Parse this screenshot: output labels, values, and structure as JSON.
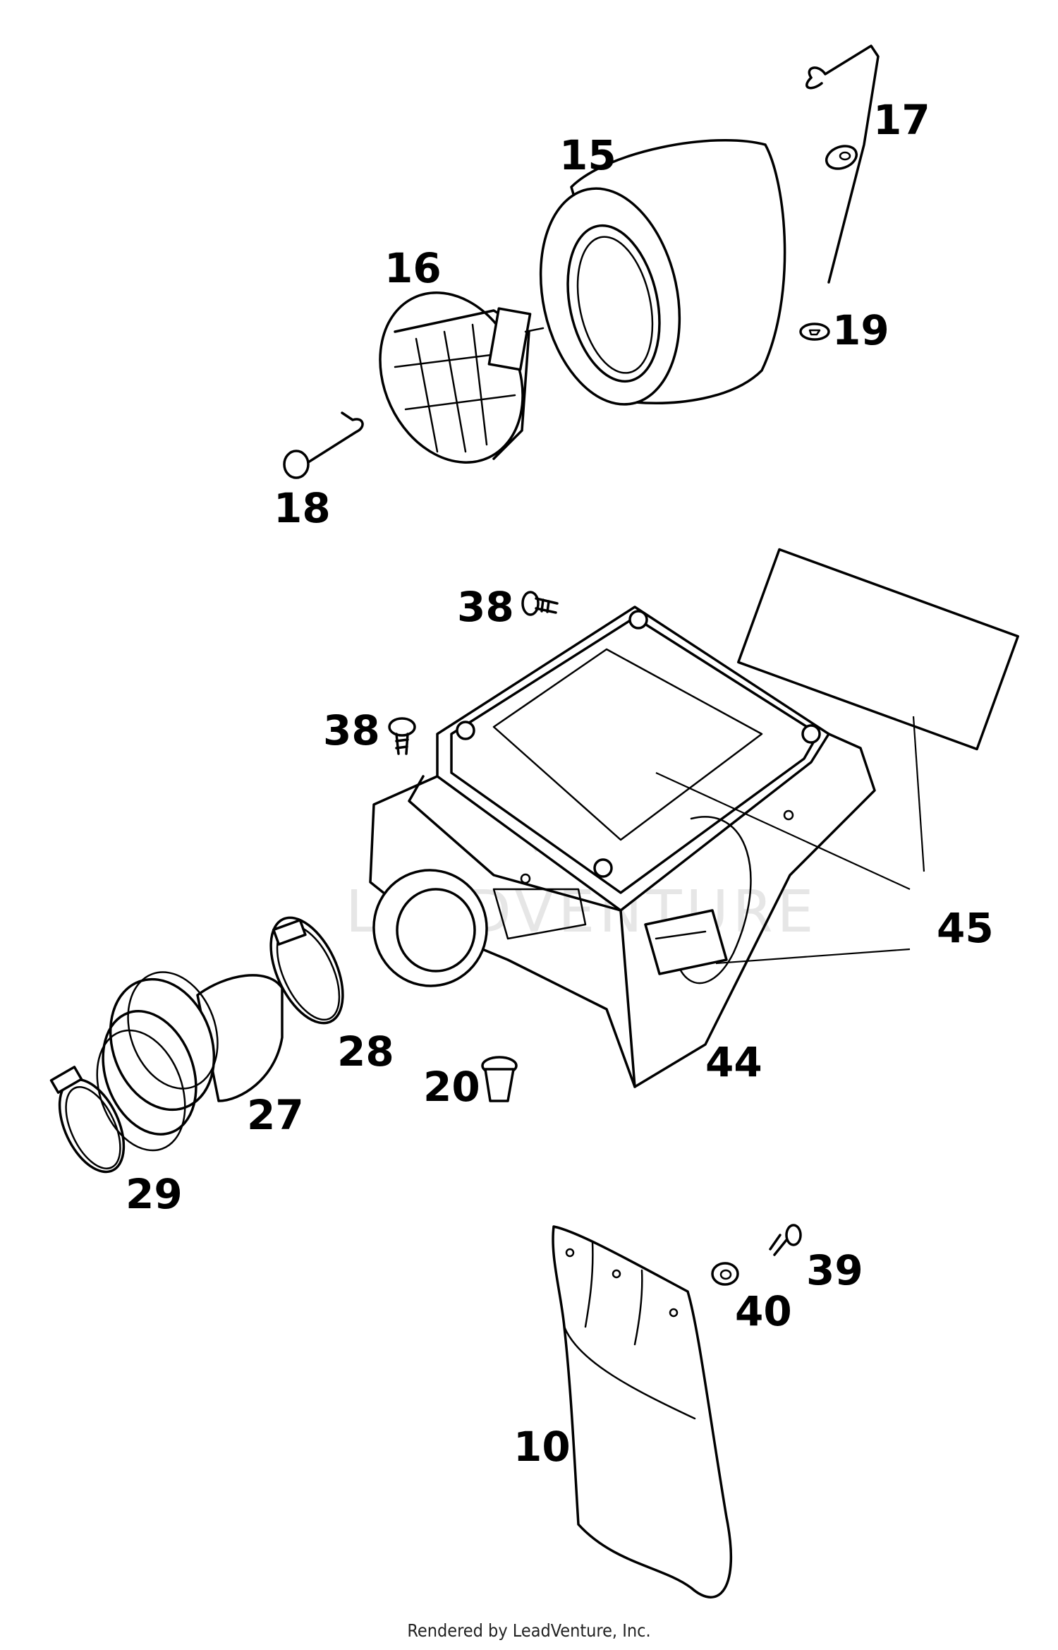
{
  "diagram": {
    "footer": "Rendered by LeadVenture, Inc.",
    "watermark": "LEADVENTURE",
    "labels": {
      "p15": "15",
      "p16": "16",
      "p17": "17",
      "p18": "18",
      "p19": "19",
      "p38a": "38",
      "p38b": "38",
      "p45": "45",
      "p44": "44",
      "p28": "28",
      "p27": "27",
      "p29": "29",
      "p20": "20",
      "p39": "39",
      "p40": "40",
      "p10": "10"
    }
  }
}
